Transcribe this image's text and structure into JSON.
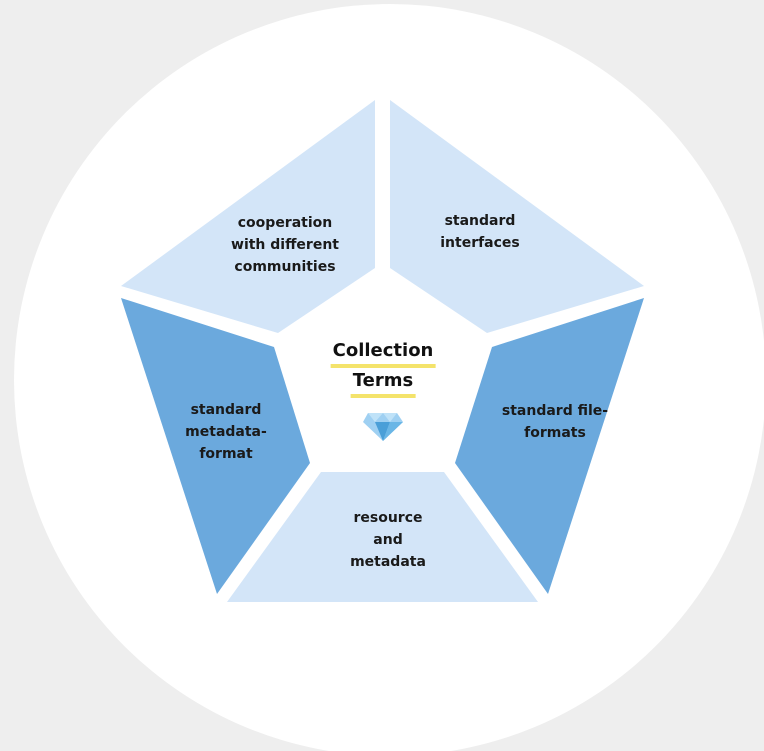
{
  "background": {
    "page_color": "#eeeeee",
    "circle_color": "#ffffff"
  },
  "colors": {
    "light_segment": "#d3e5f8",
    "dark_segment": "#6ba9dd",
    "title_underline": "#f4e36b",
    "diamond_light": "#9fd0f2",
    "diamond_dark": "#4a9fd8"
  },
  "center": {
    "title_line1": "Collection",
    "title_line2": "Terms",
    "icon": "diamond-icon"
  },
  "segments": [
    {
      "id": "top-left",
      "shade": "light",
      "lines": [
        "cooperation",
        "with different",
        "communities"
      ]
    },
    {
      "id": "top-right",
      "shade": "light",
      "lines": [
        "standard",
        "interfaces"
      ]
    },
    {
      "id": "right",
      "shade": "dark",
      "lines": [
        "standard file-",
        "formats"
      ]
    },
    {
      "id": "bottom",
      "shade": "light",
      "lines": [
        "resource",
        "and",
        "metadata"
      ]
    },
    {
      "id": "left",
      "shade": "dark",
      "lines": [
        "standard",
        "metadata-",
        "format"
      ]
    }
  ]
}
